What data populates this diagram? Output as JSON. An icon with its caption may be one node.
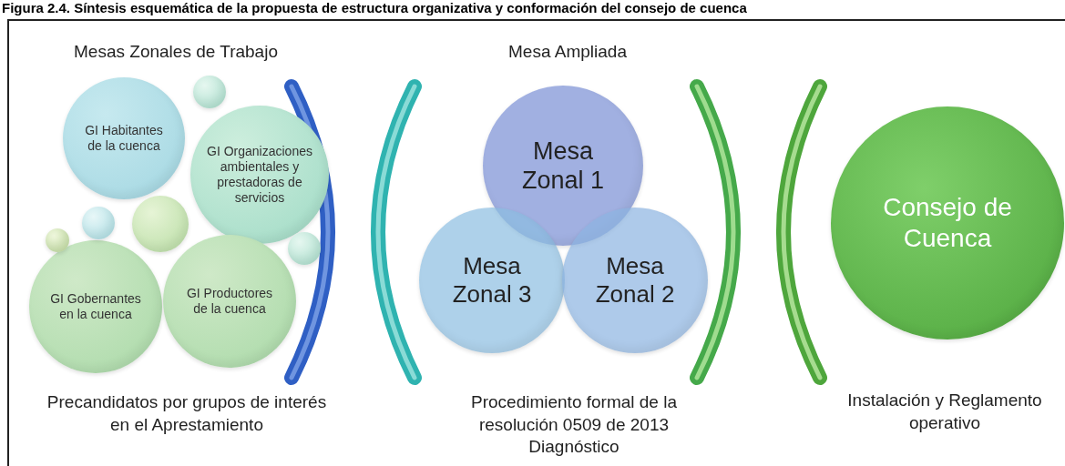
{
  "diagram": {
    "title": "Figura 2.4. Síntesis esquemática de la propuesta de estructura organizativa y conformación del consejo de cuenca",
    "nodes": [
      {
        "text": [
          "GI Habitantes de la cuenca"
        ]
      },
      {
        "text": [
          "GI Organizaciones ambientales y prestadoras de servicios"
        ]
      },
      {
        "text": [
          "GI Gobernantes en la cuenca"
        ]
      },
      {
        "text": [
          "GI Productores de la cuenca"
        ]
      },
      {
        "text": [
          "Mesa Zonal 1"
        ]
      },
      {
        "text": [
          "Mesa Zonal 3"
        ]
      },
      {
        "text": [
          "Mesa Zonal 2"
        ]
      },
      {
        "text": [
          "Consejo de Cuenca"
        ]
      },
      {
        "text": [],
        "shape": "circle"
      },
      {
        "text": [],
        "shape": "circle"
      },
      {
        "text": [],
        "shape": "circle"
      },
      {
        "text": [],
        "shape": "circle"
      },
      {
        "text": [],
        "shape": "circle"
      }
    ],
    "labels": [
      "Mesas Zonales de Trabajo",
      "Mesa Ampliada",
      "Precandidatos por grupos de interés en el Aprestamiento",
      "Procedimiento formal de la resolución 0509 de 2013",
      "Diagnóstico",
      "Instalación y Reglamento operativo"
    ]
  }
}
